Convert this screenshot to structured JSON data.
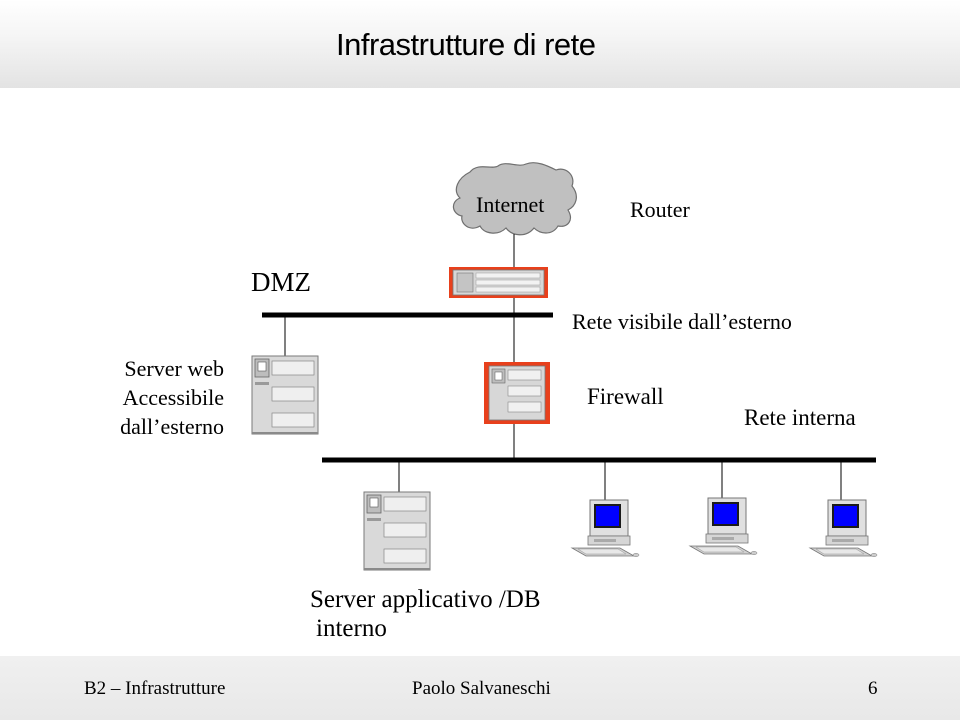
{
  "slide": {
    "title": "Infrastrutture di rete"
  },
  "diagram": {
    "internet_label": "Internet",
    "router_label": "Router",
    "dmz_label": "DMZ",
    "visible_network_label": "Rete visibile dall’esterno",
    "firewall_label": "Firewall",
    "internal_network_label": "Rete interna",
    "web_server_label": {
      "line1": "Server web",
      "line2": "Accessibile",
      "line3": "dall’esterno"
    },
    "app_server_label": {
      "line1": "Server applicativo /DB",
      "line2": "interno"
    },
    "highlight_color": "#e8401c",
    "screen_color": "#0000ff",
    "cloud_color": "#c0c0c0"
  },
  "footer": {
    "course": "B2 – Infrastrutture",
    "author": "Paolo Salvaneschi",
    "page": "6"
  }
}
